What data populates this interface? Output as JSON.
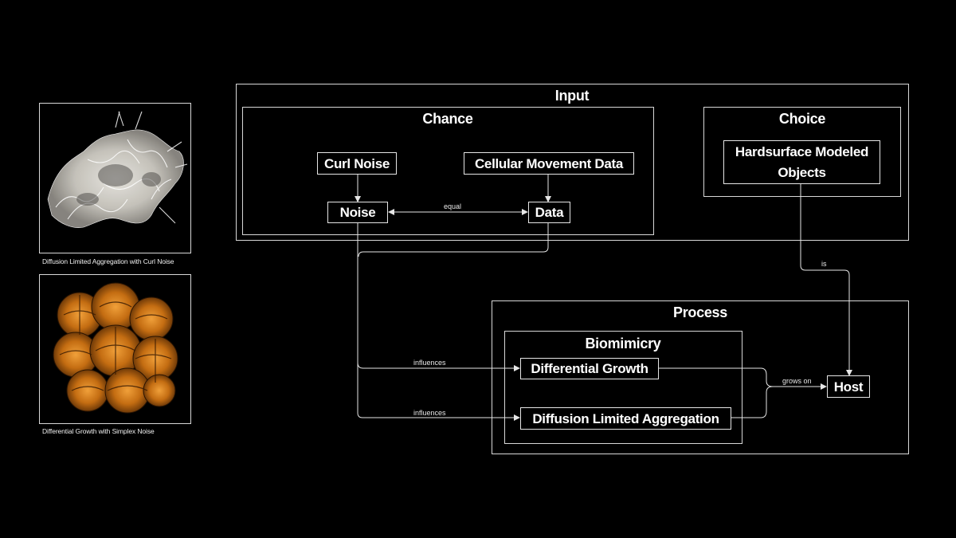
{
  "thumbnails": [
    {
      "caption": "Diffusion Limited Aggregation with Curl Noise",
      "palette": "white-grey"
    },
    {
      "caption": "Differential Growth with Simplex Noise",
      "palette": "orange-brown"
    }
  ],
  "groups": {
    "input": "Input",
    "chance": "Chance",
    "choice": "Choice",
    "process": "Process",
    "biomimicry": "Biomimicry"
  },
  "nodes": {
    "curl_noise": "Curl Noise",
    "cellular_movement_data": "Cellular Movement Data",
    "noise": "Noise",
    "data": "Data",
    "hardsurface_line1": "Hardsurface Modeled",
    "hardsurface_line2": "Objects",
    "differential_growth": "Differential Growth",
    "diffusion_limited_aggregation": "Diffusion Limited Aggregation",
    "host": "Host"
  },
  "edge_labels": {
    "equal": "equal",
    "is": "is",
    "influences_1": "influences",
    "influences_2": "influences",
    "grows_on": "grows on"
  },
  "colors": {
    "background": "#000000",
    "line": "#e6e6e6",
    "text": "#ffffff"
  }
}
